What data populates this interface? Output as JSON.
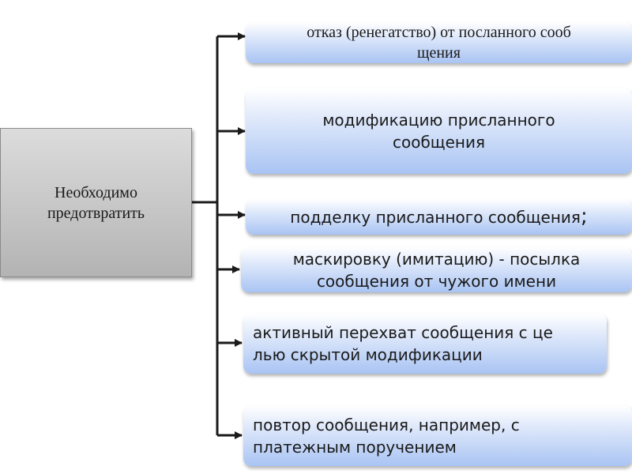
{
  "root": {
    "line1": "Необходимо",
    "line2": "предотвратить"
  },
  "items": [
    {
      "line1": "отказ (ренегатство) от посланного  сооб",
      "line2": "щения"
    },
    {
      "line1": "модификацию присланного",
      "line2": "сообщения"
    },
    {
      "line1": "подделку присланного сообщения",
      "suffix": ";"
    },
    {
      "line1": "маскировку (имитацию) - посылка",
      "line2": "сообщения от чужого имени"
    },
    {
      "line1": "активный перехват сообщения с це",
      "line2": "лью скрытой модификации"
    },
    {
      "line1": "повтор  сообщения, например, с",
      "line2": "платежным поручением"
    }
  ]
}
